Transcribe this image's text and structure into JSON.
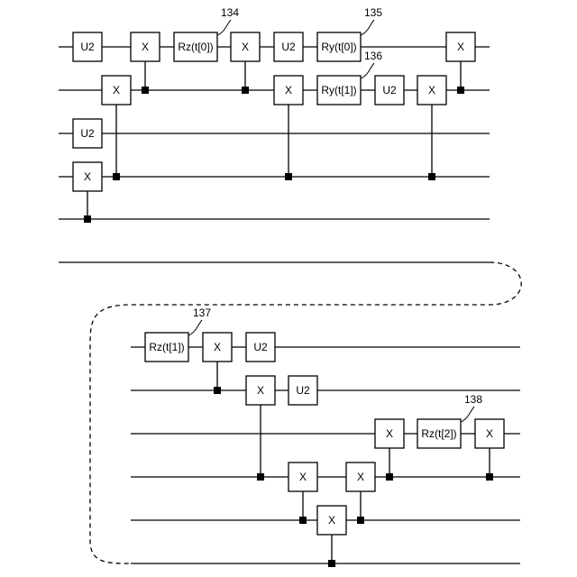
{
  "top_circuit": {
    "gates": [
      {
        "label": "U2"
      },
      {
        "label": "X"
      },
      {
        "label": "Rz(t[0])"
      },
      {
        "label": "X"
      },
      {
        "label": "U2"
      },
      {
        "label": "Ry(t[0])"
      },
      {
        "label": "X"
      },
      {
        "label": "X"
      },
      {
        "label": "X"
      },
      {
        "label": "Ry(t[1])"
      },
      {
        "label": "U2"
      },
      {
        "label": "X"
      },
      {
        "label": "U2"
      },
      {
        "label": "X"
      }
    ],
    "references": [
      {
        "label": "134"
      },
      {
        "label": "135"
      },
      {
        "label": "136"
      }
    ]
  },
  "bottom_circuit": {
    "gates": [
      {
        "label": "Rz(t[1])"
      },
      {
        "label": "X"
      },
      {
        "label": "U2"
      },
      {
        "label": "X"
      },
      {
        "label": "U2"
      },
      {
        "label": "X"
      },
      {
        "label": "Rz(t[2])"
      },
      {
        "label": "X"
      },
      {
        "label": "X"
      },
      {
        "label": "X"
      },
      {
        "label": "X"
      }
    ],
    "references": [
      {
        "label": "137"
      },
      {
        "label": "138"
      }
    ]
  }
}
